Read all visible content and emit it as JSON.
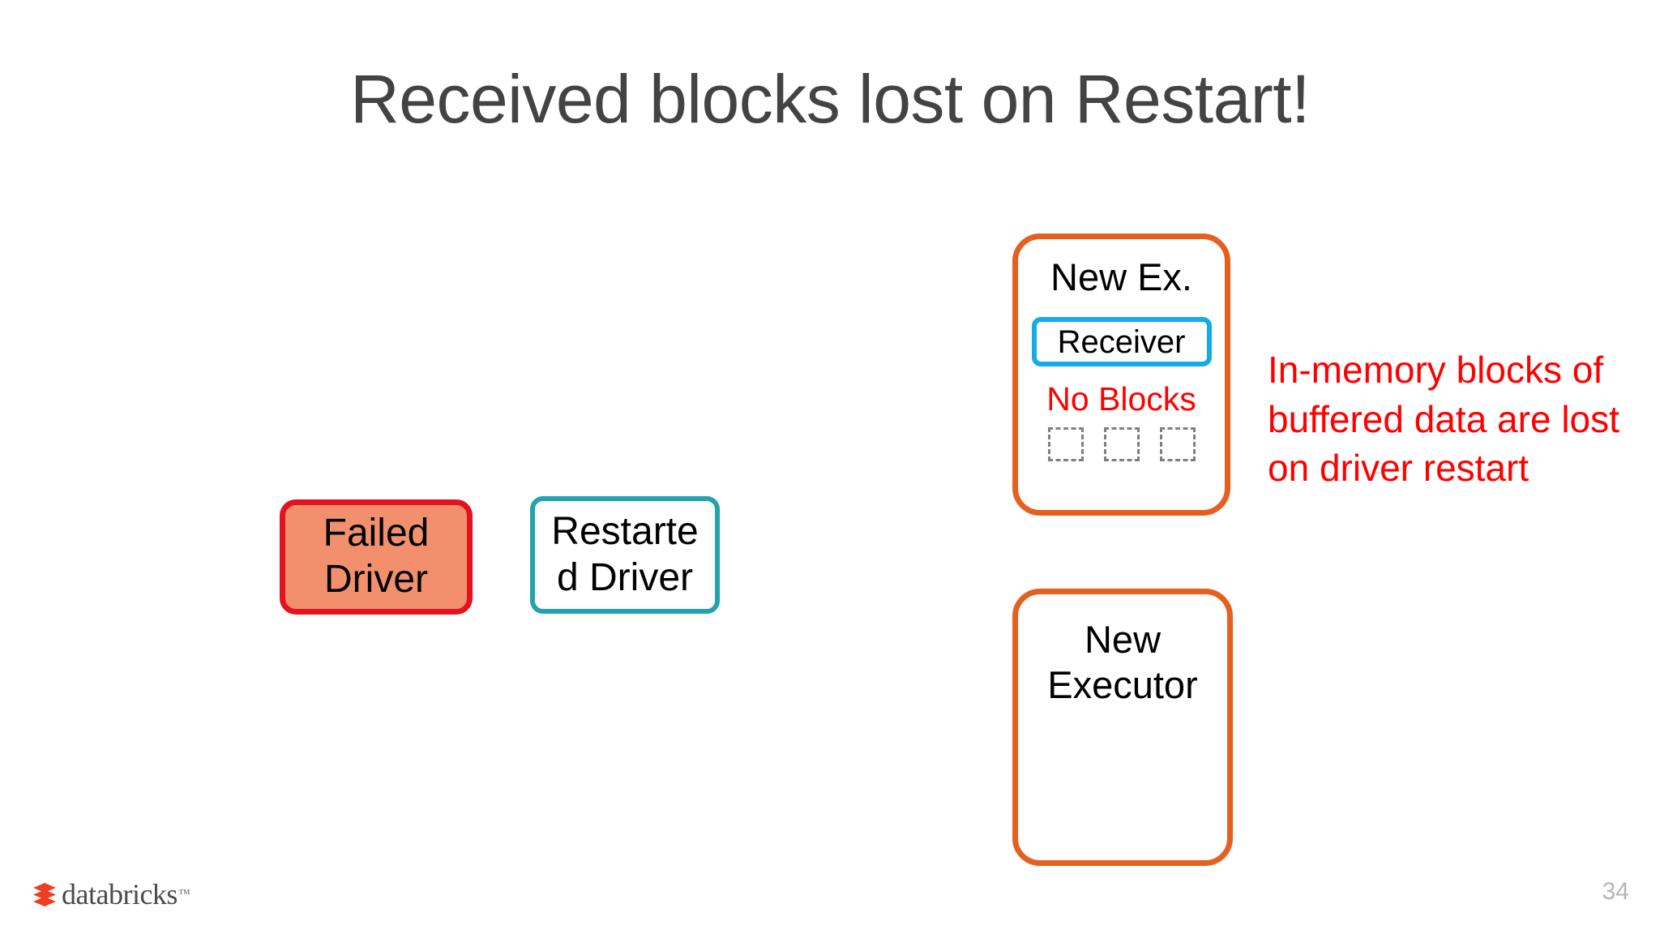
{
  "slide": {
    "title": "Received blocks lost on Restart!",
    "page_number": "34",
    "background_color": "#FFFFFF",
    "title_color": "#434343"
  },
  "nodes": {
    "failed_driver": {
      "label": "Failed Driver",
      "fill_color": "#F2906E",
      "border_color": "#E4121F"
    },
    "restarted_driver": {
      "label": "Restarted Driver",
      "fill_color": "#FFFFFF",
      "border_color": "#22A3AE"
    },
    "new_executor_top": {
      "title": "New Ex.",
      "receiver_label": "Receiver",
      "receiver_border_color": "#13ABE8",
      "no_blocks_label": "No Blocks",
      "no_blocks_color": "#FF0000",
      "border_color": "#E5601F",
      "fill_color": "#FFFFFF",
      "lost_blocks": [
        {
          "name": "lost-block-1"
        },
        {
          "name": "lost-block-2"
        },
        {
          "name": "lost-block-3"
        }
      ]
    },
    "new_executor_bottom": {
      "label": "New Executor",
      "fill_color": "#FFFFFF",
      "border_color": "#E5601F"
    }
  },
  "annotation": {
    "text": "In-memory blocks of buffered data are lost on driver restart",
    "color": "#FF0000"
  },
  "footer": {
    "brand_name": "databricks",
    "brand_trademark": "™",
    "brand_mark_color": "#EE3D22",
    "page_number": "34"
  }
}
